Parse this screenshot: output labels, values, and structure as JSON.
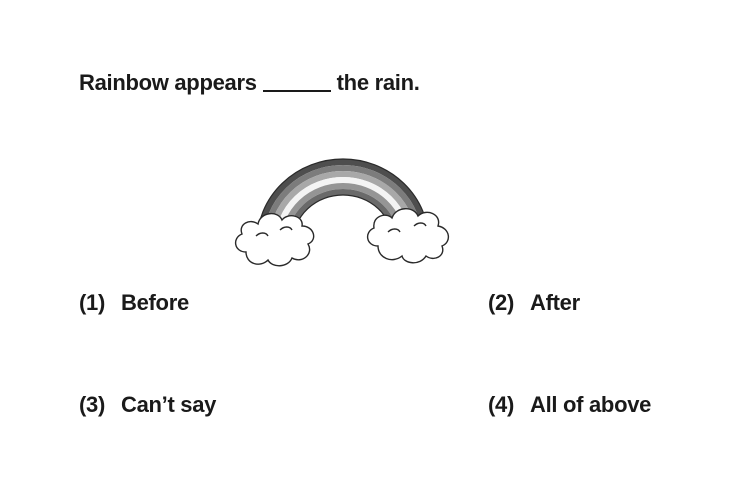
{
  "question": {
    "before": "Rainbow appears",
    "after": "the rain."
  },
  "image": {
    "icon": "rainbow-with-clouds-icon",
    "colors": [
      "#5a5a5a",
      "#8a8a8a",
      "#b5b5b5",
      "#ffffff",
      "#9a9a9a",
      "#6a6a6a"
    ]
  },
  "options": [
    {
      "number": "(1)",
      "text": "Before"
    },
    {
      "number": "(2)",
      "text": "After"
    },
    {
      "number": "(3)",
      "text": "Can’t say"
    },
    {
      "number": "(4)",
      "text": "All of above"
    }
  ]
}
